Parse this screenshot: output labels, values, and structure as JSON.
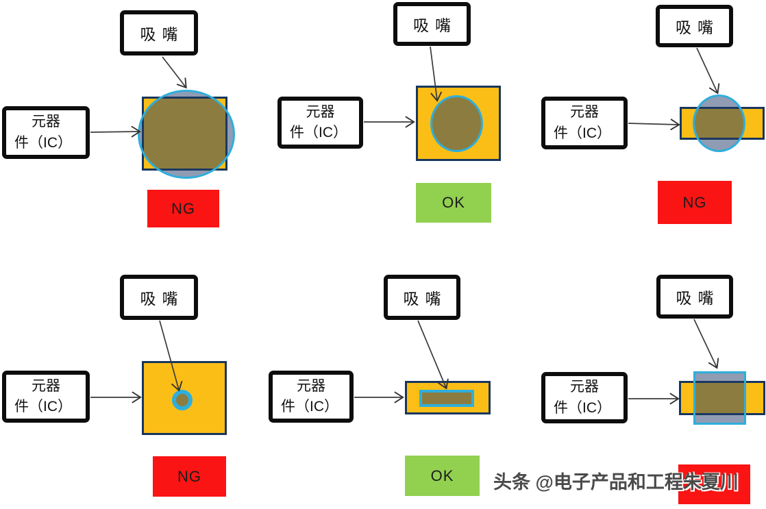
{
  "colors": {
    "component_fill": "#FBBE16",
    "component_border": "#17365D",
    "nozzle_overlay_fill": "rgba(32,58,104,0.5)",
    "nozzle_border": "#2FAEDB",
    "ng_badge_bg": "#FA1414",
    "ok_badge_bg": "#92D050",
    "badge_text": "#1C1C1C",
    "label_box_border": "#0D0D0D",
    "watermark_text_color": "#4A4A4A"
  },
  "panels": [
    {
      "position": "top-left",
      "nozzle_label": "吸嘴",
      "component_label_line1": "元器",
      "component_label_line2": "件（IC）",
      "nozzle_shape": "large-circle-overhanging-square",
      "result": "NG"
    },
    {
      "position": "top-middle",
      "nozzle_label": "吸嘴",
      "component_label_line1": "元器",
      "component_label_line2": "件（IC）",
      "nozzle_shape": "circle-inside-square",
      "result": "OK"
    },
    {
      "position": "top-right",
      "nozzle_label": "吸嘴",
      "component_label_line1": "元器",
      "component_label_line2": "件（IC）",
      "nozzle_shape": "circle-taller-than-flat-component",
      "result": "NG"
    },
    {
      "position": "bottom-left",
      "nozzle_label": "吸嘴",
      "component_label_line1": "元器",
      "component_label_line2": "件（IC）",
      "nozzle_shape": "tiny-circle-on-square",
      "result": "NG"
    },
    {
      "position": "bottom-middle",
      "nozzle_label": "吸嘴",
      "component_label_line1": "元器",
      "component_label_line2": "件（IC）",
      "nozzle_shape": "small-rectangle-inside-flat-component",
      "result": "OK"
    },
    {
      "position": "bottom-right",
      "nozzle_label": "吸嘴",
      "component_label_line1": "元器",
      "component_label_line2": "件（IC）",
      "nozzle_shape": "large-square-overhanging-flat-component",
      "result": ""
    }
  ],
  "watermark": {
    "text": "头条 @电子产品和工程朱夏川"
  }
}
